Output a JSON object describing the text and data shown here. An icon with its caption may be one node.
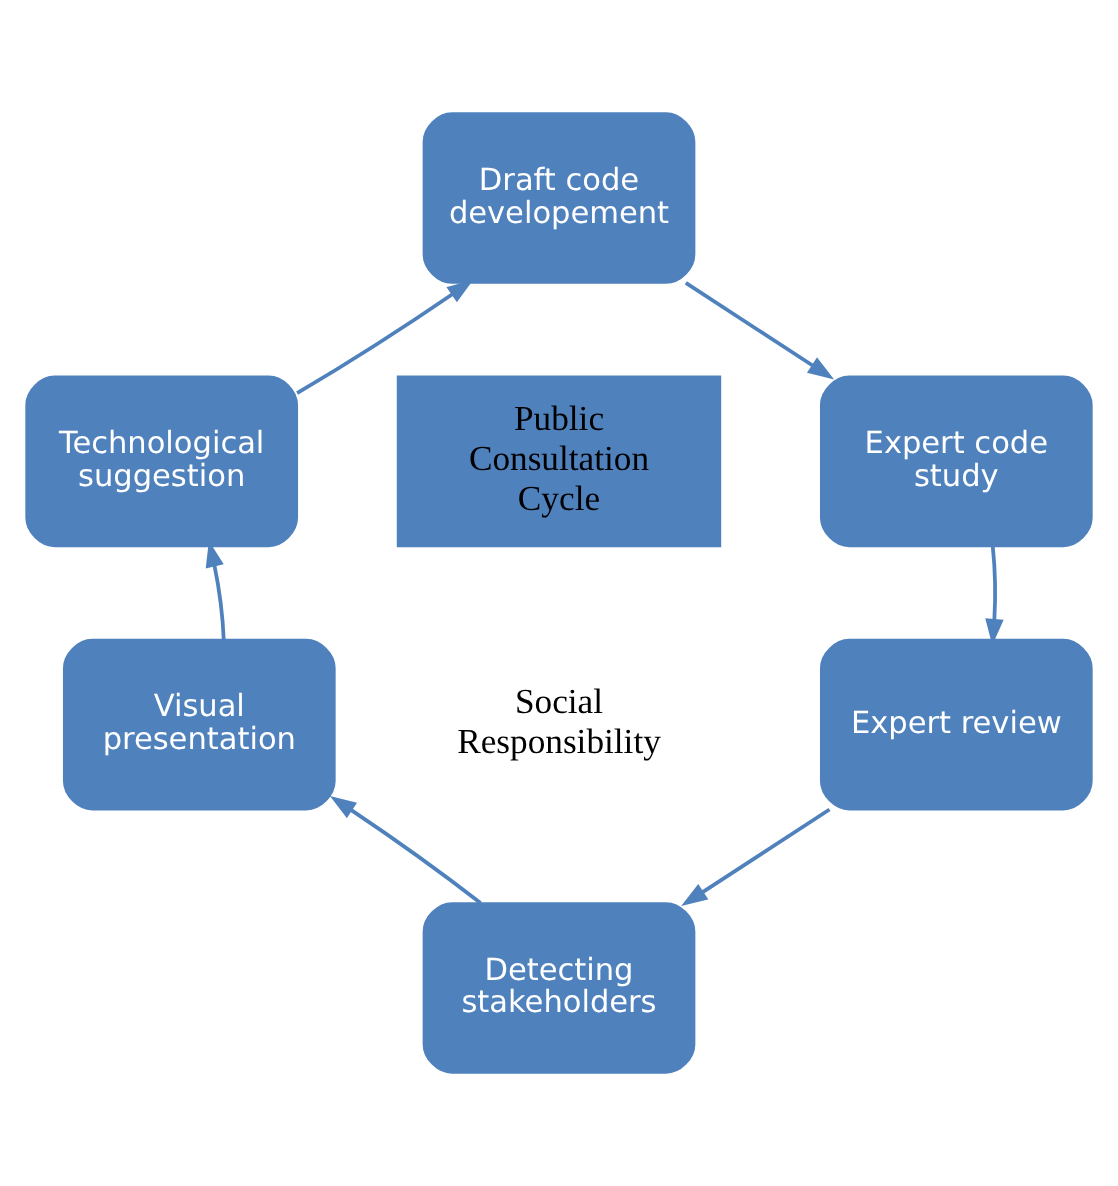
{
  "diagram": {
    "nodes": [
      {
        "text": [
          "Draft code developement"
        ]
      },
      {
        "text": [
          "Expert code study"
        ]
      },
      {
        "text": [
          "Expert review"
        ]
      },
      {
        "text": [
          "Detecting stakeholders"
        ]
      },
      {
        "text": [
          "Visual presentation"
        ]
      },
      {
        "text": [
          "Technological suggestion"
        ]
      },
      {
        "text": [
          "Public Consultation Cycle"
        ]
      }
    ],
    "edges": [
      {
        "from": 0,
        "to": 1,
        "arrow": "to"
      },
      {
        "from": 1,
        "to": 2,
        "arrow": "to"
      },
      {
        "from": 2,
        "to": 3,
        "arrow": "to"
      },
      {
        "from": 3,
        "to": 4,
        "arrow": "to"
      },
      {
        "from": 4,
        "to": 5,
        "arrow": "to"
      },
      {
        "from": 5,
        "to": 0,
        "arrow": "to"
      }
    ],
    "labels": [
      "Social Responsibility"
    ]
  }
}
